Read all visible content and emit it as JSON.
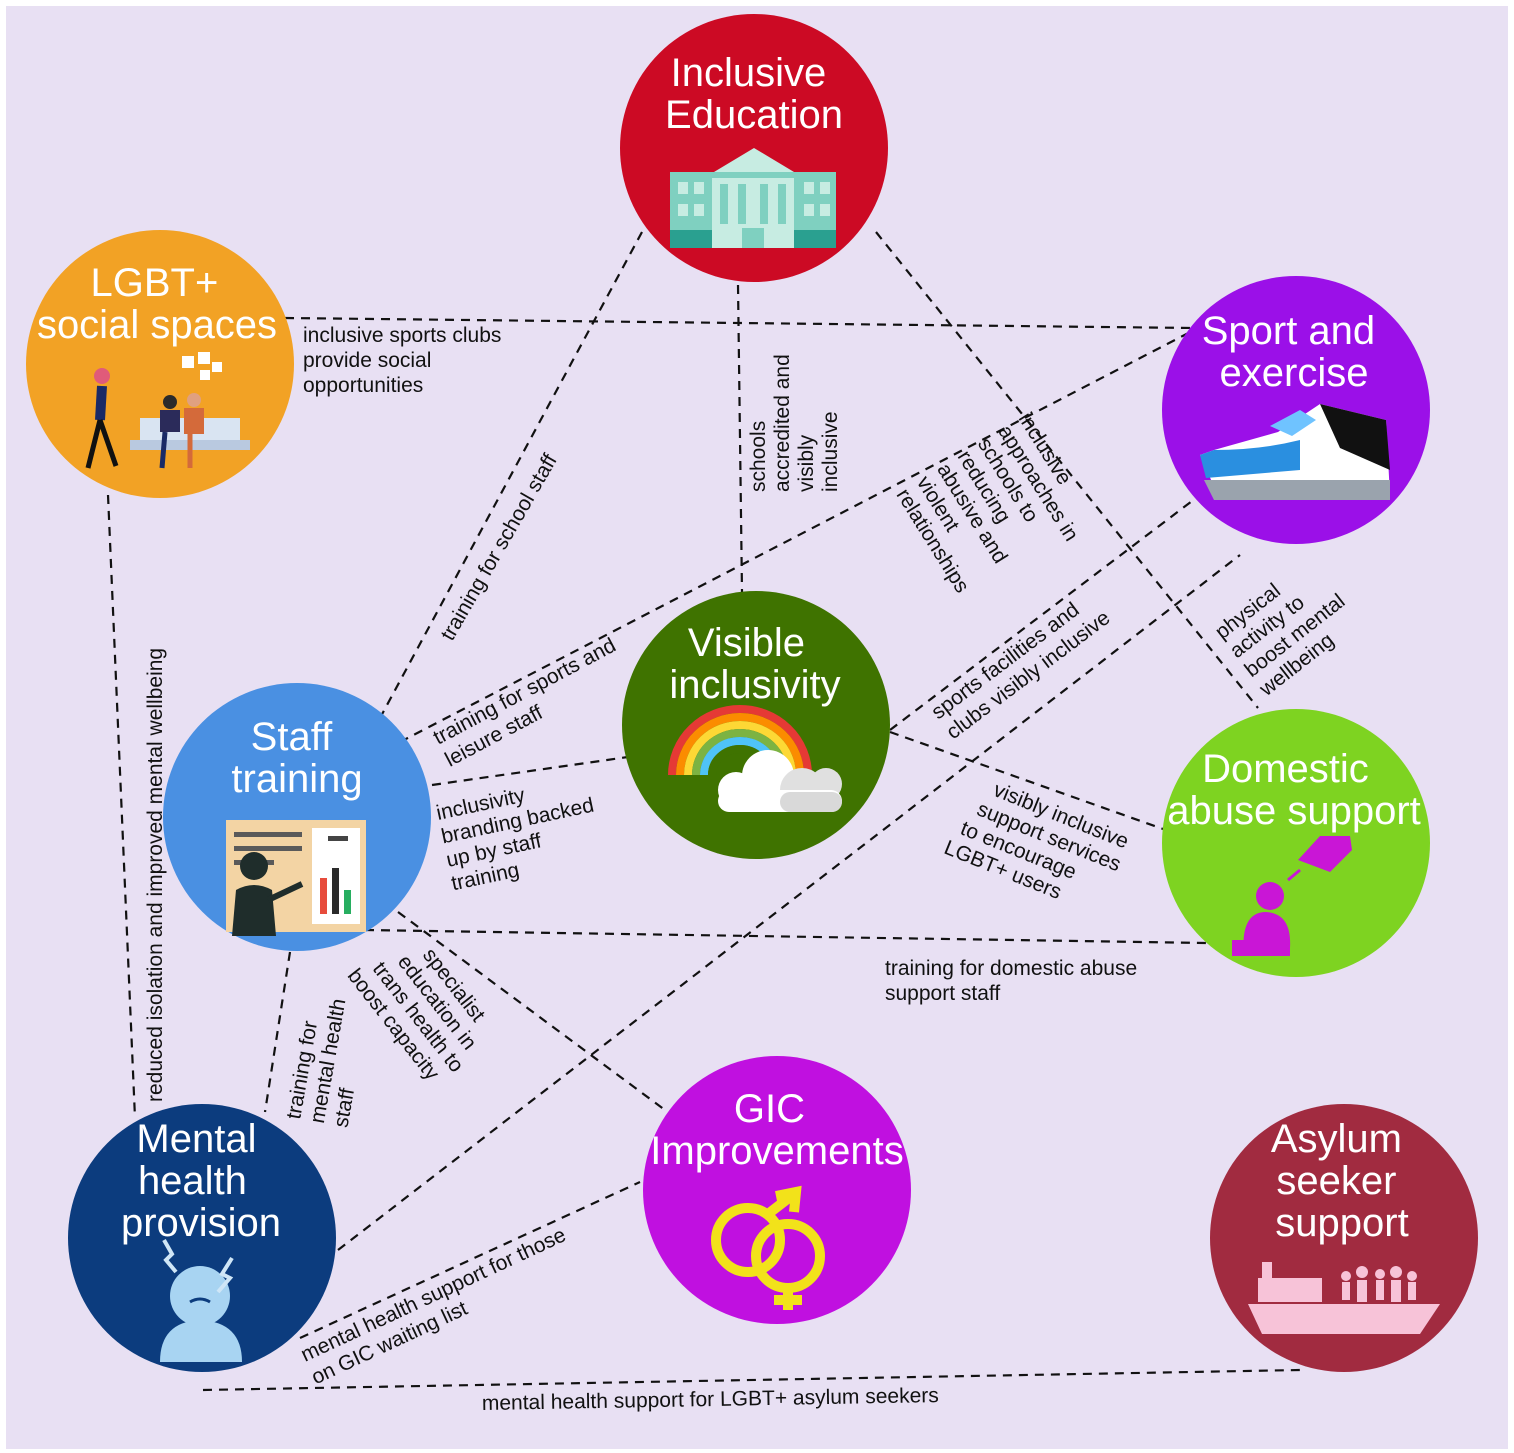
{
  "nodes": {
    "inclusive_education": {
      "lines": [
        "Inclusive",
        "Education"
      ],
      "color": "#cc0a24",
      "icon": "school-building-icon"
    },
    "lgbt_social_spaces": {
      "lines": [
        "LGBT+",
        "social spaces"
      ],
      "color": "#f2a225",
      "icon": "people-socialising-icon"
    },
    "sport_and_exercise": {
      "lines": [
        "Sport and",
        "exercise"
      ],
      "color": "#9b10e8",
      "icon": "sneaker-icon"
    },
    "staff_training": {
      "lines": [
        "Staff",
        "training"
      ],
      "color": "#4a90e2",
      "icon": "presentation-board-icon"
    },
    "visible_inclusivity": {
      "lines": [
        "Visible",
        "inclusivity"
      ],
      "color": "#3f7300",
      "icon": "rainbow-icon"
    },
    "domestic_abuse_support": {
      "lines": [
        "Domestic",
        "abuse support"
      ],
      "color": "#7ed321",
      "icon": "helping-hand-icon"
    },
    "mental_health_provision": {
      "lines": [
        "Mental",
        "health",
        "provision"
      ],
      "color": "#0c3c7e",
      "icon": "distressed-person-icon"
    },
    "gic_improvements": {
      "lines": [
        "GIC",
        "Improvements"
      ],
      "color": "#c010e0",
      "icon": "gender-symbol-icon"
    },
    "asylum_seeker_support": {
      "lines": [
        "Asylum",
        "seeker",
        "support"
      ],
      "color": "#a12b40",
      "icon": "ship-and-people-icon"
    }
  },
  "edges": {
    "sports_social": {
      "lines": [
        "inclusive sports clubs",
        "provide social",
        "opportunities"
      ]
    },
    "school_staff": {
      "lines": [
        "training for school staff"
      ]
    },
    "schools_accredited": {
      "lines": [
        "schools",
        "accredited and",
        "visibly",
        "inclusive"
      ]
    },
    "inclusive_approaches": {
      "lines": [
        "inclusive",
        "approaches in",
        "schools to",
        "reducing",
        "abusive and",
        "violent",
        "relationships"
      ]
    },
    "sports_leisure": {
      "lines": [
        "training for sports and",
        "leisure staff"
      ]
    },
    "sports_facilities": {
      "lines": [
        "sports facilities and",
        "clubs visibly inclusive"
      ]
    },
    "physical_activity": {
      "lines": [
        "physical",
        "activity to",
        "boost mental",
        "wellbeing"
      ]
    },
    "isolation": {
      "lines": [
        "reduced isolation and improved mental wellbeing"
      ]
    },
    "branding": {
      "lines": [
        "inclusivity",
        "branding backed",
        "up by staff",
        "training"
      ]
    },
    "support_services": {
      "lines": [
        "visibly inclusive",
        "support services",
        "to encourage",
        "LGBT+ users"
      ]
    },
    "domestic_staff": {
      "lines": [
        "training for domestic abuse",
        "support staff"
      ]
    },
    "mh_staff": {
      "lines": [
        "training for",
        "mental health",
        "staff"
      ]
    },
    "trans_health": {
      "lines": [
        "specialist",
        "education in",
        "trans health to",
        "boost capacity"
      ]
    },
    "gic_waiting": {
      "lines": [
        "mental health support for those",
        "on GIC waiting list"
      ]
    },
    "asylum_mh": {
      "lines": [
        "mental health support for LGBT+ asylum seekers"
      ]
    }
  }
}
